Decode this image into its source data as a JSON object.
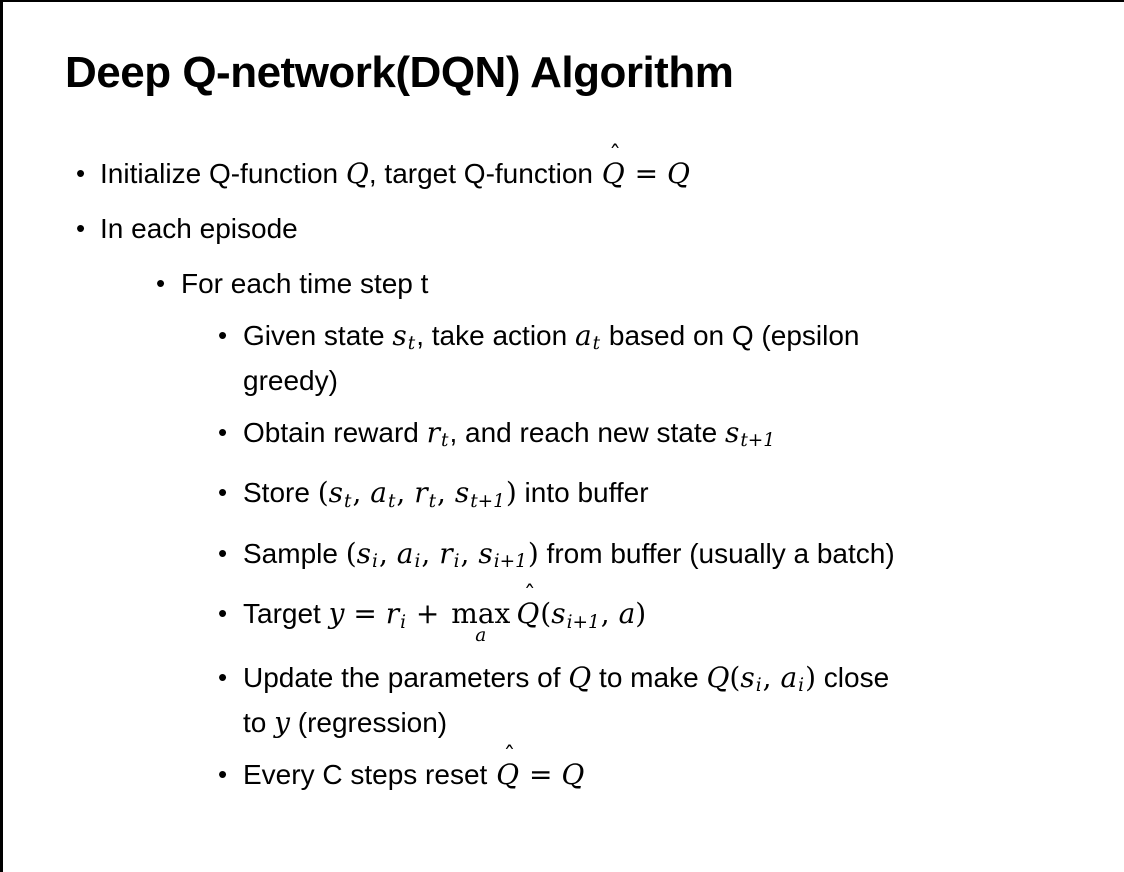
{
  "slide": {
    "title": "Deep Q-network(DQN) Algorithm",
    "bullet_char": "•",
    "hat_char": "ˆ",
    "colors": {
      "text": "#000000",
      "background": "#ffffff",
      "border": "#000000"
    },
    "bullets": [
      {
        "level": 1,
        "segments": [
          {
            "v": "t",
            "s": "Initialize Q-function "
          },
          {
            "v": "m",
            "s": "Q"
          },
          {
            "v": "t",
            "s": ", target Q-function "
          },
          {
            "v": "hat",
            "s": "Q"
          },
          {
            "v": "o",
            "s": " = "
          },
          {
            "v": "m",
            "s": "Q"
          }
        ]
      },
      {
        "level": 1,
        "segments": [
          {
            "v": "t",
            "s": "In each episode"
          }
        ]
      },
      {
        "level": 2,
        "segments": [
          {
            "v": "t",
            "s": "For each time step t"
          }
        ]
      },
      {
        "level": 3,
        "segments": [
          {
            "v": "t",
            "s": "Given state "
          },
          {
            "v": "m",
            "s": "s"
          },
          {
            "v": "sub",
            "s": "t"
          },
          {
            "v": "t",
            "s": ", take action "
          },
          {
            "v": "m",
            "s": "a"
          },
          {
            "v": "sub",
            "s": "t"
          },
          {
            "v": "t",
            "s": " based on Q (epsilon"
          },
          {
            "v": "br"
          },
          {
            "v": "t",
            "s": "greedy)"
          }
        ]
      },
      {
        "level": 3,
        "segments": [
          {
            "v": "t",
            "s": "Obtain reward "
          },
          {
            "v": "m",
            "s": "r"
          },
          {
            "v": "sub",
            "s": "t"
          },
          {
            "v": "t",
            "s": ", and reach new state "
          },
          {
            "v": "m",
            "s": "s"
          },
          {
            "v": "sub",
            "s": "t+1"
          }
        ]
      },
      {
        "level": 3,
        "segments": [
          {
            "v": "t",
            "s": "Store "
          },
          {
            "v": "o",
            "s": "("
          },
          {
            "v": "m",
            "s": "s"
          },
          {
            "v": "sub",
            "s": "t"
          },
          {
            "v": "o",
            "s": ", "
          },
          {
            "v": "m",
            "s": "a"
          },
          {
            "v": "sub",
            "s": "t"
          },
          {
            "v": "o",
            "s": ", "
          },
          {
            "v": "m",
            "s": "r"
          },
          {
            "v": "sub",
            "s": "t"
          },
          {
            "v": "o",
            "s": ", "
          },
          {
            "v": "m",
            "s": "s"
          },
          {
            "v": "sub",
            "s": "t+1"
          },
          {
            "v": "o",
            "s": ")"
          },
          {
            "v": "t",
            "s": " into buffer"
          }
        ]
      },
      {
        "level": 3,
        "segments": [
          {
            "v": "t",
            "s": "Sample "
          },
          {
            "v": "o",
            "s": "("
          },
          {
            "v": "m",
            "s": "s"
          },
          {
            "v": "sub",
            "s": "i"
          },
          {
            "v": "o",
            "s": ", "
          },
          {
            "v": "m",
            "s": "a"
          },
          {
            "v": "sub",
            "s": "i"
          },
          {
            "v": "o",
            "s": ", "
          },
          {
            "v": "m",
            "s": "r"
          },
          {
            "v": "sub",
            "s": "i"
          },
          {
            "v": "o",
            "s": ", "
          },
          {
            "v": "m",
            "s": "s"
          },
          {
            "v": "sub",
            "s": "i+1"
          },
          {
            "v": "o",
            "s": ")"
          },
          {
            "v": "t",
            "s": " from buffer (usually a batch)"
          }
        ]
      },
      {
        "level": 3,
        "segments": [
          {
            "v": "t",
            "s": "Target "
          },
          {
            "v": "m",
            "s": "y"
          },
          {
            "v": "o",
            "s": " = "
          },
          {
            "v": "m",
            "s": "r"
          },
          {
            "v": "sub",
            "s": "i"
          },
          {
            "v": "o",
            "s": " + "
          },
          {
            "v": "max",
            "s": "max",
            "u": "a"
          },
          {
            "v": "hat",
            "s": "Q"
          },
          {
            "v": "o",
            "s": "("
          },
          {
            "v": "m",
            "s": "s"
          },
          {
            "v": "sub",
            "s": "i+1"
          },
          {
            "v": "o",
            "s": ", "
          },
          {
            "v": "m",
            "s": "a"
          },
          {
            "v": "o",
            "s": ")"
          }
        ]
      },
      {
        "level": 3,
        "segments": [
          {
            "v": "t",
            "s": "Update the parameters of "
          },
          {
            "v": "m",
            "s": "Q"
          },
          {
            "v": "t",
            "s": " to make "
          },
          {
            "v": "m",
            "s": "Q"
          },
          {
            "v": "o",
            "s": "("
          },
          {
            "v": "m",
            "s": "s"
          },
          {
            "v": "sub",
            "s": "i"
          },
          {
            "v": "o",
            "s": ", "
          },
          {
            "v": "m",
            "s": "a"
          },
          {
            "v": "sub",
            "s": "i"
          },
          {
            "v": "o",
            "s": ")"
          },
          {
            "v": "t",
            "s": " close"
          },
          {
            "v": "br"
          },
          {
            "v": "t",
            "s": "to "
          },
          {
            "v": "m",
            "s": "y"
          },
          {
            "v": "t",
            "s": " (regression)"
          }
        ]
      },
      {
        "level": 3,
        "segments": [
          {
            "v": "t",
            "s": "Every C steps reset "
          },
          {
            "v": "hat",
            "s": "Q"
          },
          {
            "v": "o",
            "s": " = "
          },
          {
            "v": "m",
            "s": "Q"
          }
        ]
      }
    ]
  }
}
